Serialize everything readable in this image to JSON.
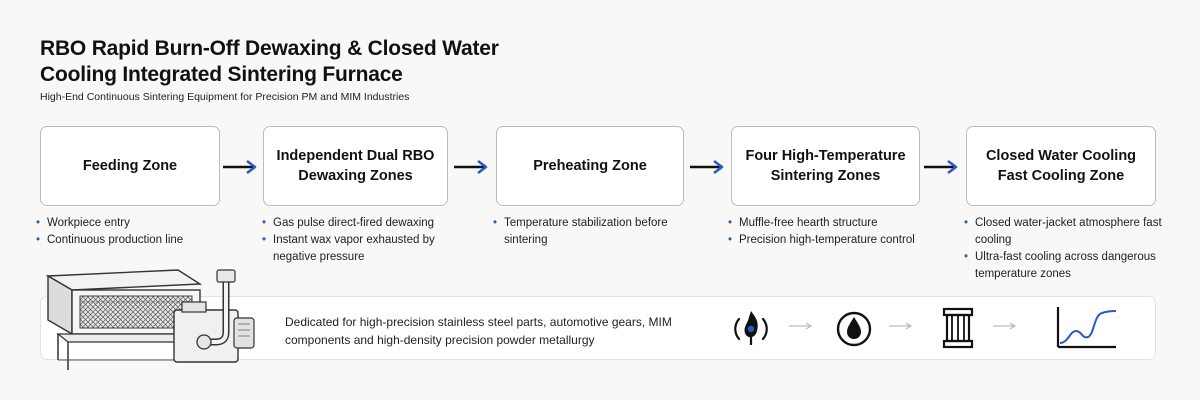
{
  "header": {
    "title": "RBO Rapid Burn-Off Dewaxing & Closed Water Cooling Integrated Sintering Furnace",
    "subtitle": "High-End Continuous Sintering Equipment for Precision PM and MIM Industries"
  },
  "zones": [
    {
      "label": "Feeding Zone",
      "bullets": [
        "Workpiece entry",
        "Continuous production line"
      ]
    },
    {
      "label": "Independent Dual RBO Dewaxing Zones",
      "bullets": [
        "Gas pulse direct-fired dewaxing",
        "Instant wax vapor exhausted by negative pressure"
      ]
    },
    {
      "label": "Preheating Zone",
      "bullets": [
        "Temperature stabilization before sintering"
      ]
    },
    {
      "label": "Four High-Temperature Sintering Zones",
      "bullets": [
        "Muffle-free hearth structure",
        "Precision high-temperature control"
      ]
    },
    {
      "label": "Closed Water Cooling Fast Cooling Zone",
      "bullets": [
        "Closed water-jacket atmosphere fast cooling",
        "Ultra-fast cooling across dangerous temperature zones"
      ]
    }
  ],
  "footer": {
    "text": "Dedicated for high-precision stainless steel parts, automotive gears, MIM components and high-density precision powder metallurgy"
  },
  "colors": {
    "accent": "#2b59c3",
    "arrow": "#111111"
  },
  "icons": [
    "flame-icon",
    "oil-drop-icon",
    "radiator-icon",
    "cooling-curve-icon"
  ]
}
